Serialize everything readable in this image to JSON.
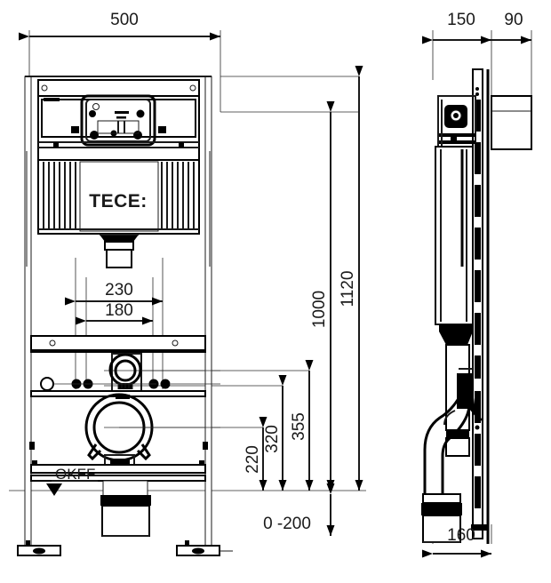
{
  "drawing": {
    "title": "TECE concealed cistern installation frame",
    "brand_label": "TECE:",
    "floor_level_label": "OKFF",
    "line_color": "#1a1a1a",
    "background_color": "#ffffff"
  },
  "front_view": {
    "name": "front-elevation",
    "dimensions": {
      "overall_width": "500",
      "flush_pipe_outer_spacing": "230",
      "flush_pipe_inner_spacing": "180",
      "wc_bolt_height": "220",
      "drain_center_height": "320",
      "water_connection_height": "355",
      "cistern_top_height": "1000",
      "frame_total_height": "1120",
      "floor_adjustment_range": "0 -200"
    }
  },
  "side_view": {
    "name": "side-elevation",
    "dimensions": {
      "frame_depth": "150",
      "plate_offset": "90",
      "foot_depth": "160"
    }
  },
  "labels": {
    "dim_500": "500",
    "dim_230": "230",
    "dim_180": "180",
    "dim_220": "220",
    "dim_320": "320",
    "dim_355": "355",
    "dim_1000": "1000",
    "dim_1120": "1120",
    "dim_0_200": "0 -200",
    "dim_150": "150",
    "dim_90": "90",
    "dim_160": "160",
    "okff": "OKFF",
    "brand": "TECE:"
  }
}
